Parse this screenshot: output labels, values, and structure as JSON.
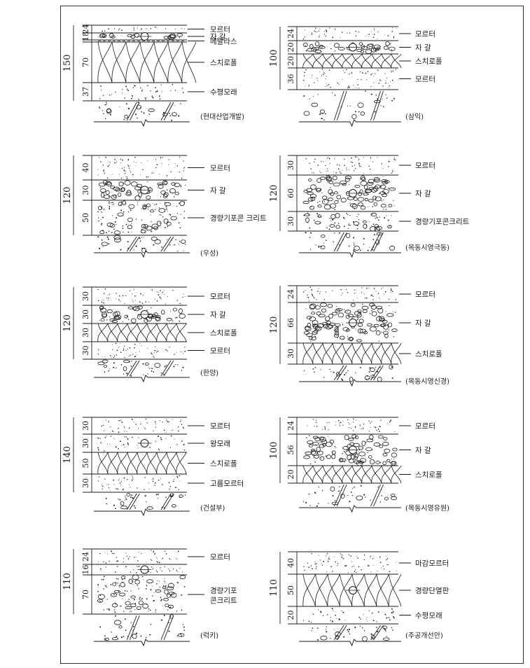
{
  "sections": [
    {
      "total": "150",
      "caption": "(현대산업개발)",
      "layers": [
        {
          "t": "24",
          "mat": "mortar",
          "label": "모르터"
        },
        {
          "t": "18",
          "mat": "gravel",
          "label": "자 갈"
        },
        {
          "t": "",
          "mat": "mesh",
          "label": "메탈라스"
        },
        {
          "t": "70",
          "mat": "foam",
          "label": "스치로폴"
        },
        {
          "t": "37",
          "mat": "sand",
          "label": "수평모래"
        },
        {
          "t": "",
          "mat": "slab",
          "label": ""
        }
      ]
    },
    {
      "total": "100",
      "caption": "(삼익)",
      "layers": [
        {
          "t": "24",
          "mat": "mortar",
          "label": "모르터"
        },
        {
          "t": "20",
          "mat": "gravel",
          "label": "자 갈"
        },
        {
          "t": "20",
          "mat": "foam",
          "label": "스치로폴"
        },
        {
          "t": "36",
          "mat": "mortar",
          "label": "모르터"
        },
        {
          "t": "",
          "mat": "slab",
          "label": ""
        }
      ]
    },
    {
      "total": "120",
      "caption": "(우성)",
      "layers": [
        {
          "t": "40",
          "mat": "mortar",
          "label": "모르터"
        },
        {
          "t": "30",
          "mat": "gravel",
          "label": "자 갈"
        },
        {
          "t": "50",
          "mat": "concrete",
          "label": "경량기포콘 크리트"
        },
        {
          "t": "",
          "mat": "slab",
          "label": ""
        }
      ]
    },
    {
      "total": "120",
      "caption": "(목동시영극동)",
      "layers": [
        {
          "t": "30",
          "mat": "mortar",
          "label": "모르터"
        },
        {
          "t": "60",
          "mat": "gravel",
          "label": "자 갈"
        },
        {
          "t": "30",
          "mat": "concrete",
          "label": "경량기포콘크리트"
        },
        {
          "t": "",
          "mat": "slab",
          "label": ""
        }
      ]
    },
    {
      "total": "120",
      "caption": "(한양)",
      "layers": [
        {
          "t": "30",
          "mat": "mortar",
          "label": "모르터"
        },
        {
          "t": "30",
          "mat": "gravel",
          "label": "자 갈"
        },
        {
          "t": "30",
          "mat": "foam",
          "label": "스치로폴"
        },
        {
          "t": "30",
          "mat": "mortar",
          "label": "모르터"
        },
        {
          "t": "",
          "mat": "slab",
          "label": ""
        }
      ]
    },
    {
      "total": "120",
      "caption": "(목동시영신경)",
      "layers": [
        {
          "t": "24",
          "mat": "mortar",
          "label": "모르터"
        },
        {
          "t": "66",
          "mat": "gravel",
          "label": "자 갈"
        },
        {
          "t": "30",
          "mat": "foam",
          "label": "스치로폴"
        },
        {
          "t": "",
          "mat": "slab",
          "label": ""
        }
      ]
    },
    {
      "total": "140",
      "caption": "(건설부)",
      "layers": [
        {
          "t": "30",
          "mat": "mortar",
          "label": "모르터"
        },
        {
          "t": "30",
          "mat": "sand",
          "label": "왕모래"
        },
        {
          "t": "50",
          "mat": "foam",
          "label": "스치로폴"
        },
        {
          "t": "30",
          "mat": "mortar",
          "label": "고름모르터"
        },
        {
          "t": "",
          "mat": "slab",
          "label": ""
        }
      ]
    },
    {
      "total": "100",
      "caption": "(목동시영유원)",
      "layers": [
        {
          "t": "24",
          "mat": "mortar",
          "label": "모르터"
        },
        {
          "t": "56",
          "mat": "gravel",
          "label": "자 갈"
        },
        {
          "t": "20",
          "mat": "foam",
          "label": "스치로폴"
        },
        {
          "t": "",
          "mat": "slab",
          "label": ""
        }
      ]
    },
    {
      "total": "110",
      "caption": "(럭키)",
      "layers": [
        {
          "t": "24",
          "mat": "mortar",
          "label": "모르터"
        },
        {
          "t": "16",
          "mat": "mortar",
          "label": ""
        },
        {
          "t": "70",
          "mat": "concrete",
          "label": "경량기포 콘크리트"
        },
        {
          "t": "",
          "mat": "slab",
          "label": ""
        }
      ]
    },
    {
      "total": "110",
      "caption": "(주공개선안)",
      "layers": [
        {
          "t": "40",
          "mat": "mortar",
          "label": "마감모르터"
        },
        {
          "t": "50",
          "mat": "foam",
          "label": "경량단열판"
        },
        {
          "t": "20",
          "mat": "sand",
          "label": "수평모래"
        },
        {
          "t": "",
          "mat": "slab",
          "label": ""
        }
      ]
    }
  ],
  "colors": {
    "ink": "#1a1a1a",
    "paper": "#ffffff"
  }
}
